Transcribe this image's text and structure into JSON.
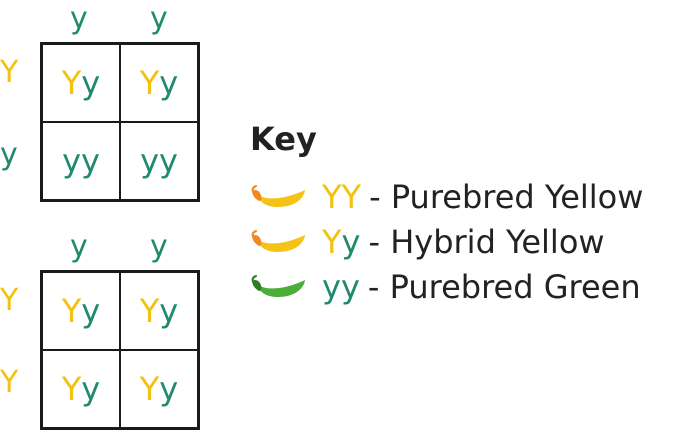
{
  "squares": [
    {
      "col_alleles": [
        "y",
        "y"
      ],
      "row_alleles": [
        "Y",
        "y"
      ],
      "cells": [
        [
          {
            "a": "Y",
            "b": "y"
          },
          {
            "a": "Y",
            "b": "y"
          }
        ],
        [
          {
            "a": "y",
            "b": "y"
          },
          {
            "a": "y",
            "b": "y"
          }
        ]
      ]
    },
    {
      "col_alleles": [
        "y",
        "y"
      ],
      "row_alleles": [
        "Y",
        "Y"
      ],
      "cells": [
        [
          {
            "a": "Y",
            "b": "y"
          },
          {
            "a": "Y",
            "b": "y"
          }
        ],
        [
          {
            "a": "Y",
            "b": "y"
          },
          {
            "a": "Y",
            "b": "y"
          }
        ]
      ]
    }
  ],
  "key": {
    "title": "Key",
    "items": [
      {
        "genotype": "YY",
        "label": "- Purebred Yellow",
        "pod_color": "yellow",
        "icon": "yellow-pea-pod-icon"
      },
      {
        "genotype": "Yy",
        "label": "- Hybrid Yellow",
        "pod_color": "yellow",
        "icon": "yellow-pea-pod-icon"
      },
      {
        "genotype": "yy",
        "label": "- Purebred Green",
        "pod_color": "green",
        "icon": "green-pea-pod-icon"
      }
    ]
  },
  "colors": {
    "dominant_Y": "#f2c20f",
    "recessive_y": "#1f8a6e",
    "yellow_pod": "#f5c216",
    "yellow_pod_stem": "#f08a1c",
    "green_pod": "#4cae3a",
    "green_pod_stem": "#2e7d24"
  }
}
